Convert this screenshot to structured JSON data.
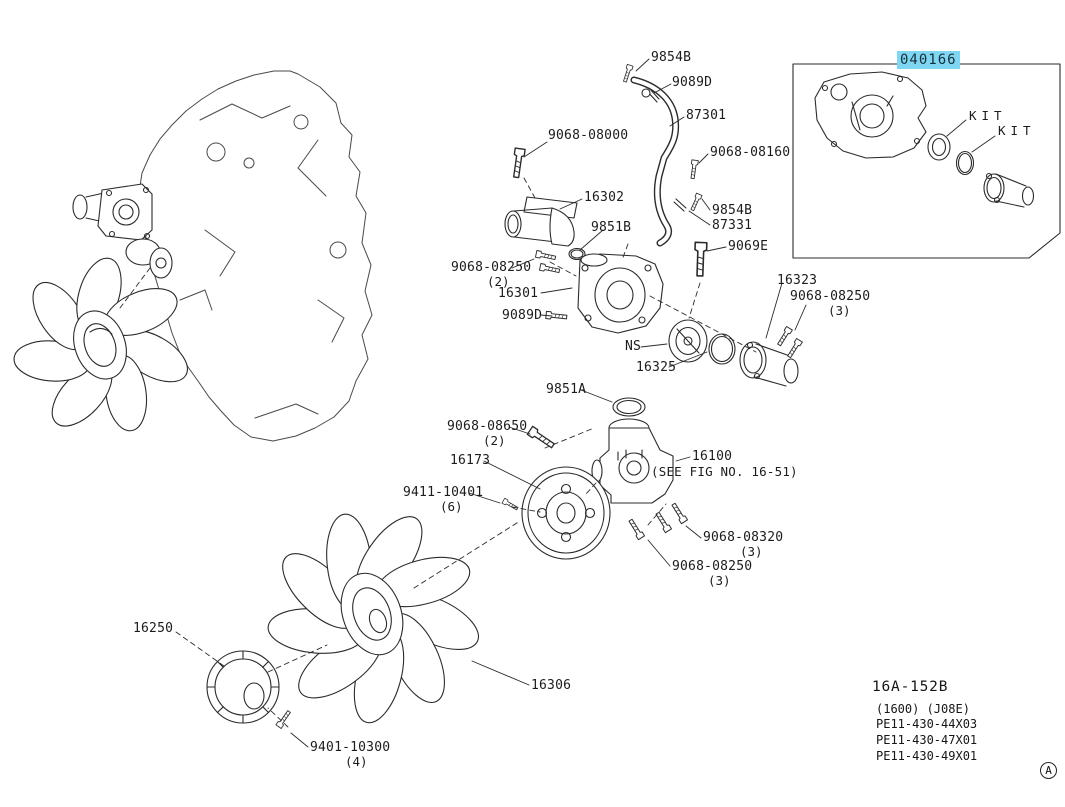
{
  "colors": {
    "highlight": "#7fd6f3",
    "line": "#2b2b2b"
  },
  "labels": {
    "p9854b_a": {
      "text": "9854B"
    },
    "p9089d_a": {
      "text": "9089D"
    },
    "p87301": {
      "text": "87301"
    },
    "p9068_08000": {
      "text": "9068-08000"
    },
    "p9068_08160": {
      "text": "9068-08160"
    },
    "p16302": {
      "text": "16302"
    },
    "p9851b": {
      "text": "9851B"
    },
    "p9854b_b": {
      "text": "9854B"
    },
    "p87331": {
      "text": "87331"
    },
    "p9069e": {
      "text": "9069E"
    },
    "p9068_08250_a": {
      "text": "9068-08250",
      "qty": "(2)"
    },
    "p16301": {
      "text": "16301"
    },
    "p9089d_b": {
      "text": "9089D"
    },
    "p16323": {
      "text": "16323"
    },
    "p9068_08250_b": {
      "text": "9068-08250",
      "qty": "(3)"
    },
    "pns": {
      "text": "NS"
    },
    "p16325": {
      "text": "16325"
    },
    "p9851a": {
      "text": "9851A"
    },
    "p9068_08650": {
      "text": "9068-08650",
      "qty": "(2)"
    },
    "p16173": {
      "text": "16173"
    },
    "p9411_10401": {
      "text": "9411-10401",
      "qty": "(6)"
    },
    "p16100": {
      "text": "16100"
    },
    "p16100_ref": {
      "text": "(SEE FIG NO. 16-51)"
    },
    "p9068_08320": {
      "text": "9068-08320",
      "qty": "(3)"
    },
    "p9068_08250_c": {
      "text": "9068-08250",
      "qty": "(3)"
    },
    "p16306": {
      "text": "16306"
    },
    "p16250": {
      "text": "16250"
    },
    "p9401_10300": {
      "text": "9401-10300",
      "qty": "(4)"
    }
  },
  "kit": {
    "part_number": "040166",
    "kit_label_1": "KIT",
    "kit_label_2": "KIT"
  },
  "footer": {
    "figure_code": "16A-152B",
    "spec": "(1600) (J08E)",
    "part_codes": [
      "PE11-430-44X03",
      "PE11-430-47X01",
      "PE11-430-49X01"
    ]
  },
  "page_badge": "A"
}
